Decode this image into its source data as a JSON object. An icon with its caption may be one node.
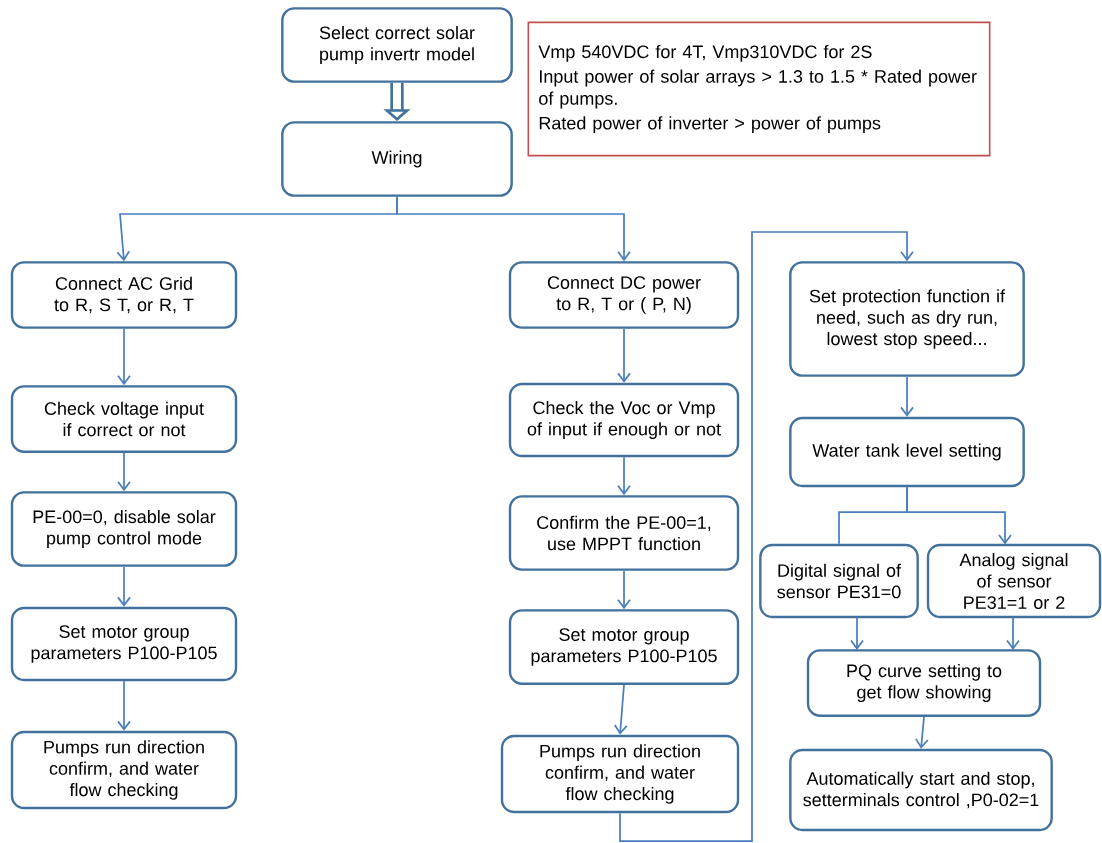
{
  "diagram": {
    "nodes": [
      {
        "text": [
          "Select correct solar pump invertr model"
        ]
      },
      {
        "text": [
          "Wiring"
        ]
      },
      {
        "text": [
          "Vmp 540VDC for 4T, Vmp310VDC for 2S",
          "Input power of solar arrays > 1.3 to 1.5 * Rated power of pumps.",
          "Rated power of inverter > power of pumps"
        ]
      },
      {
        "text": [
          "Connect  AC Grid to R, S T, or R, T"
        ]
      },
      {
        "text": [
          "Check voltage input if correct or not"
        ]
      },
      {
        "text": [
          "PE-00=0, disable solar pump control mode"
        ]
      },
      {
        "text": [
          "Set motor group parameters P100-P105"
        ]
      },
      {
        "text": [
          "Pumps run direction confirm, and water flow checking"
        ]
      },
      {
        "text": [
          "Connect DC power to R, T or ( P, N)"
        ]
      },
      {
        "text": [
          "Check the Voc or Vmp of input if enough or not"
        ]
      },
      {
        "text": [
          "Confirm the PE-00=1, use MPPT function"
        ]
      },
      {
        "text": [
          "Set motor group parameters P100-P105"
        ]
      },
      {
        "text": [
          "Pumps run direction confirm, and water flow checking"
        ]
      },
      {
        "text": [
          "Set protection function if need, such as dry run, lowest stop speed..."
        ]
      },
      {
        "text": [
          "Water tank level setting"
        ]
      },
      {
        "text": [
          "Digital signal of sensor PE31=0"
        ]
      },
      {
        "text": [
          "Analog signal of sensor PE31=1 or 2"
        ]
      },
      {
        "text": [
          "PQ curve setting to get flow showing"
        ]
      },
      {
        "text": [
          "Automatically start and stop, setterminals control ,P0-02=1"
        ]
      }
    ],
    "edges": [
      {
        "from": 0,
        "to": 1,
        "arrow": "to",
        "style": "thick"
      },
      {
        "from": 1,
        "to": 3,
        "arrow": "to"
      },
      {
        "from": 1,
        "to": 8,
        "arrow": "to"
      },
      {
        "from": 3,
        "to": 4,
        "arrow": "to"
      },
      {
        "from": 4,
        "to": 5,
        "arrow": "to"
      },
      {
        "from": 5,
        "to": 6,
        "arrow": "to"
      },
      {
        "from": 6,
        "to": 7,
        "arrow": "to"
      },
      {
        "from": 8,
        "to": 9,
        "arrow": "to"
      },
      {
        "from": 9,
        "to": 10,
        "arrow": "to"
      },
      {
        "from": 10,
        "to": 11,
        "arrow": "to"
      },
      {
        "from": 11,
        "to": 12,
        "arrow": "to"
      },
      {
        "from": 12,
        "to": 13,
        "arrow": "to"
      },
      {
        "from": 13,
        "to": 14,
        "arrow": "to"
      },
      {
        "from": 14,
        "to": 15,
        "arrow": "none"
      },
      {
        "from": 14,
        "to": 16,
        "arrow": "to"
      },
      {
        "from": 15,
        "to": 17,
        "arrow": "to"
      },
      {
        "from": 16,
        "to": 17,
        "arrow": "to"
      },
      {
        "from": 17,
        "to": 18,
        "arrow": "to"
      }
    ]
  }
}
